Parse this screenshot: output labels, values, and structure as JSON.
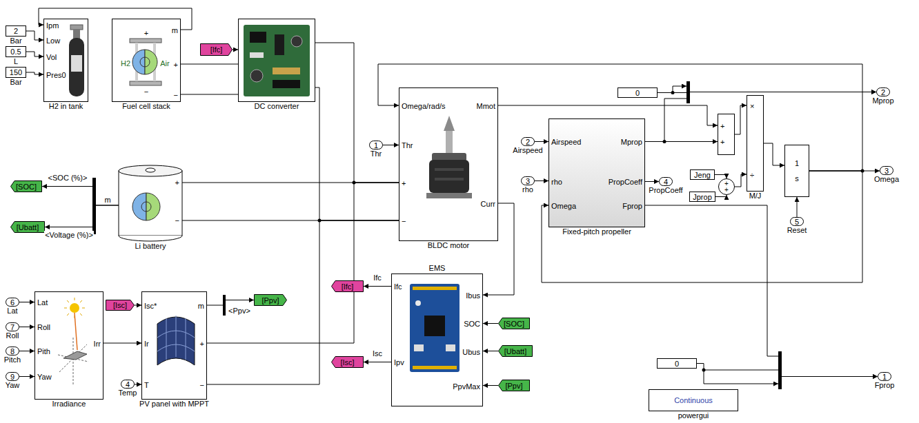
{
  "diagram": {
    "nodes": [
      {
        "text": [
          "2",
          "Bar"
        ]
      },
      {
        "text": [
          "0.5",
          "L"
        ]
      },
      {
        "text": [
          "150",
          "Bar"
        ]
      },
      {
        "text": [
          "Ipm",
          "Low",
          "Vol",
          "Pres0",
          "H2 in tank"
        ]
      },
      {
        "text": [
          "m",
          "+",
          "−",
          "Fuel cell stack"
        ]
      },
      {
        "text": [
          "[Ifc]"
        ]
      },
      {
        "text": [
          "DC converter"
        ]
      },
      {
        "text": [
          "[SOC]"
        ]
      },
      {
        "text": [
          "[Ubatt]"
        ]
      },
      {
        "text": [
          "+",
          "−",
          "Li battery"
        ]
      },
      {
        "text": [
          "1",
          "Thr"
        ]
      },
      {
        "text": [
          "Omega/rad/s",
          "Thr",
          "+",
          "−",
          "Mmot",
          "Curr",
          "BLDC motor"
        ]
      },
      {
        "text": [
          "2",
          "Airspeed"
        ]
      },
      {
        "text": [
          "3",
          "rho"
        ]
      },
      {
        "text": [
          "Airspeed",
          "rho",
          "Omega",
          "Mprop",
          "PropCoeff",
          "Fprop",
          "Fixed-pitch propeller"
        ]
      },
      {
        "text": [
          "0"
        ]
      },
      {
        "text": [
          "4",
          "PropCoeff"
        ]
      },
      {
        "text": [
          "+",
          "+"
        ]
      },
      {
        "text": [
          "×",
          "÷",
          "M/J"
        ]
      },
      {
        "text": [
          "Jeng"
        ]
      },
      {
        "text": [
          "Jprop"
        ]
      },
      {
        "text": [
          "+",
          "+"
        ]
      },
      {
        "text": [
          "1",
          "s"
        ]
      },
      {
        "text": [
          "5",
          "Reset"
        ]
      },
      {
        "text": [
          "2",
          "Mprop"
        ]
      },
      {
        "text": [
          "3",
          "Omega"
        ]
      },
      {
        "text": [
          "6",
          "Lat"
        ]
      },
      {
        "text": [
          "7",
          "Roll"
        ]
      },
      {
        "text": [
          "8",
          "Pitch"
        ]
      },
      {
        "text": [
          "9",
          "Yaw"
        ]
      },
      {
        "text": [
          "Lat",
          "Roll",
          "Pith",
          "Yaw",
          "Irr",
          "Irradiance"
        ]
      },
      {
        "text": [
          "[Isc]"
        ]
      },
      {
        "text": [
          "4",
          "Temp"
        ]
      },
      {
        "text": [
          "Isc*",
          "Ir",
          "T",
          "m",
          "+",
          "−",
          "PV panel with MPPT"
        ]
      },
      {
        "text": [
          "[Ppv]"
        ]
      },
      {
        "text": [
          "[Ifc]"
        ]
      },
      {
        "text": [
          "[Isc]"
        ]
      },
      {
        "text": [
          "EMS",
          "Ifc",
          "Ipv",
          "Ibus",
          "SOC",
          "Ubus",
          "PpvMax"
        ]
      },
      {
        "text": [
          "[SOC]"
        ]
      },
      {
        "text": [
          "[Ubatt]"
        ]
      },
      {
        "text": [
          "[Ppv]"
        ]
      },
      {
        "text": [
          "0"
        ]
      },
      {
        "text": [
          "1",
          "Fprop"
        ]
      },
      {
        "text": [
          "Continuous",
          "powergui"
        ]
      }
    ],
    "edges": [
      {
        "from": 0,
        "to": 3,
        "arrow": "to"
      },
      {
        "from": 1,
        "to": 3,
        "arrow": "to"
      },
      {
        "from": 2,
        "to": 3,
        "arrow": "to"
      },
      {
        "from": 4,
        "to": 3,
        "arrow": "to"
      },
      {
        "from": 4,
        "to": 6,
        "arrow": "none"
      },
      {
        "from": 4,
        "to": 6,
        "arrow": "none"
      },
      {
        "from": 5,
        "to": 6,
        "arrow": "to"
      },
      {
        "from": 9,
        "to": 7,
        "arrow": "to",
        "label": "<SOC (%)>"
      },
      {
        "from": 9,
        "to": 8,
        "arrow": "to",
        "label": "<Voltage (%)>"
      },
      {
        "from": 6,
        "to": 11,
        "arrow": "none"
      },
      {
        "from": 6,
        "to": 11,
        "arrow": "none"
      },
      {
        "from": 9,
        "to": 11,
        "arrow": "none"
      },
      {
        "from": 9,
        "to": 11,
        "arrow": "none"
      },
      {
        "from": 10,
        "to": 11,
        "arrow": "to"
      },
      {
        "from": 11,
        "to": 17,
        "arrow": "to"
      },
      {
        "from": 11,
        "to": 37,
        "arrow": "to"
      },
      {
        "from": 12,
        "to": 14,
        "arrow": "to"
      },
      {
        "from": 13,
        "to": 14,
        "arrow": "to"
      },
      {
        "from": 14,
        "to": 17,
        "arrow": "to"
      },
      {
        "from": 14,
        "to": 24,
        "arrow": "to"
      },
      {
        "from": 15,
        "to": 24,
        "arrow": "to"
      },
      {
        "from": 14,
        "to": 16,
        "arrow": "to"
      },
      {
        "from": 17,
        "to": 18,
        "arrow": "to"
      },
      {
        "from": 19,
        "to": 21,
        "arrow": "to"
      },
      {
        "from": 20,
        "to": 21,
        "arrow": "to"
      },
      {
        "from": 21,
        "to": 18,
        "arrow": "to"
      },
      {
        "from": 18,
        "to": 22,
        "arrow": "to"
      },
      {
        "from": 23,
        "to": 22,
        "arrow": "to"
      },
      {
        "from": 22,
        "to": 25,
        "arrow": "to"
      },
      {
        "from": 22,
        "to": 11,
        "arrow": "to"
      },
      {
        "from": 22,
        "to": 14,
        "arrow": "to"
      },
      {
        "from": 26,
        "to": 30,
        "arrow": "to"
      },
      {
        "from": 27,
        "to": 30,
        "arrow": "to"
      },
      {
        "from": 28,
        "to": 30,
        "arrow": "to"
      },
      {
        "from": 29,
        "to": 30,
        "arrow": "to"
      },
      {
        "from": 30,
        "to": 33,
        "arrow": "to"
      },
      {
        "from": 31,
        "to": 33,
        "arrow": "to"
      },
      {
        "from": 32,
        "to": 33,
        "arrow": "to"
      },
      {
        "from": 33,
        "to": 34,
        "arrow": "to",
        "label": "<Ppv>"
      },
      {
        "from": 33,
        "to": 11,
        "arrow": "none"
      },
      {
        "from": 33,
        "to": 11,
        "arrow": "none"
      },
      {
        "from": 37,
        "to": 35,
        "arrow": "to",
        "label": "Ifc"
      },
      {
        "from": 37,
        "to": 36,
        "arrow": "to",
        "label": "Isc"
      },
      {
        "from": 38,
        "to": 37,
        "arrow": "to"
      },
      {
        "from": 39,
        "to": 37,
        "arrow": "to"
      },
      {
        "from": 40,
        "to": 37,
        "arrow": "to"
      },
      {
        "from": 14,
        "to": 42,
        "arrow": "to"
      },
      {
        "from": 41,
        "to": 42,
        "arrow": "to"
      }
    ],
    "labels": [
      "+",
      "H2",
      "Air",
      "−",
      "m"
    ]
  }
}
